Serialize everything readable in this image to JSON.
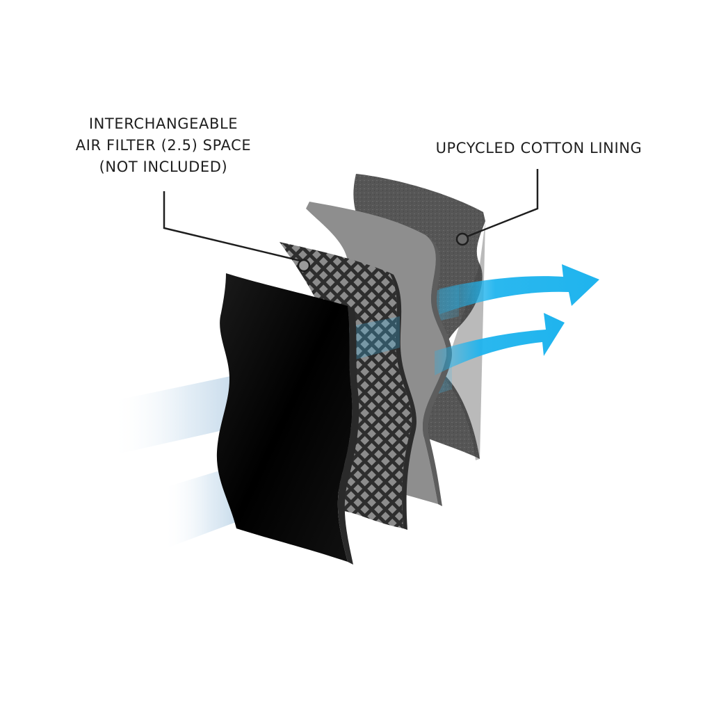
{
  "callouts": {
    "filter_space": {
      "lines": [
        "INTERCHANGEABLE",
        "AIR FILTER (2.5) SPACE",
        "(NOT INCLUDED)"
      ]
    },
    "cotton_lining": {
      "text": "UPCYCLED COTTON LINING"
    }
  },
  "layers": [
    {
      "name": "outer-black-layer",
      "color": "#050505"
    },
    {
      "name": "filter-mesh-layer",
      "color": "#3a3a3a"
    },
    {
      "name": "mid-gray-layer",
      "color": "#8a8a8a"
    },
    {
      "name": "cotton-lining-layer",
      "color": "#5a5a5a"
    }
  ],
  "colors": {
    "airflow_in": "#c9dcec",
    "airflow_out": "#1fb4ee",
    "callout_line": "#1e1e1e"
  },
  "icons": {
    "airflow_out": "arrow-right-icon",
    "callout_marker": "ring-marker-icon"
  }
}
